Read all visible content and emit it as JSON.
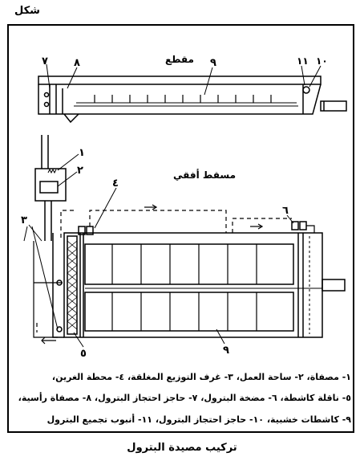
{
  "figure_label": "شكل",
  "section_label": "مقطع",
  "plan_label": "مسقط أفقي",
  "callouts": {
    "c1": "١",
    "c2": "٢",
    "c3": "٣",
    "c4": "٤",
    "c5": "٥",
    "c6": "٦",
    "c7": "٧",
    "c8": "٨",
    "c9a": "٩",
    "c9b": "٩",
    "c10": "١٠",
    "c11": "١١"
  },
  "legend": {
    "line1": "١- مصفاة، ٢- ساحة العمل، ٣- غرف التوزيع المغلقة، ٤- محطة الغرين،",
    "line2": "٥- ناقلة كاشطة، ٦- مضخة البترول، ٧- حاجز احتجاز البترول، ٨- مصفاة رأسية،",
    "line3": "٩- كاشطات خشبية، ١٠- حاجز احتجاز البترول، ١١- أنبوب تجميع البترول"
  },
  "caption": "تركيب مصيدة البترول"
}
